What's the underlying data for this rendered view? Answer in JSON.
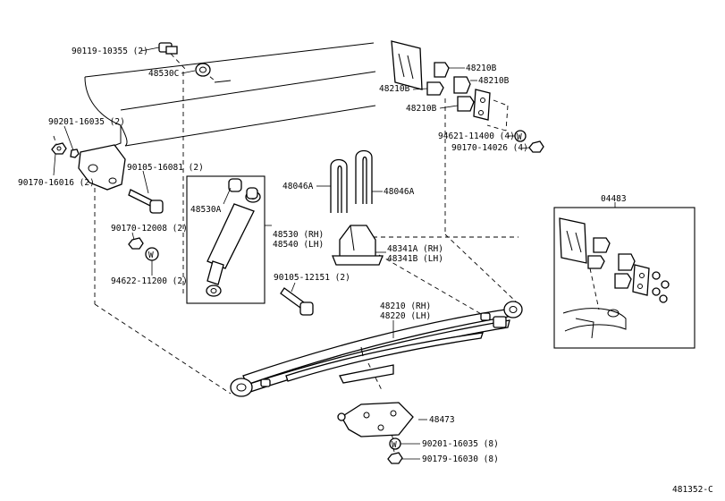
{
  "labels": {
    "l1": "90119-10355 (2)",
    "l2": "48530C",
    "l3": "90201-16035 (2)",
    "l4": "90170-16016 (2)",
    "l5": "90105-16081 (2)",
    "l6": "48530A",
    "l7": "90170-12008 (2)",
    "l8": "94622-11200 (2)",
    "l9": "48530 (RH)",
    "l10": "48540 (LH)",
    "l11": "90105-12151 (2)",
    "l12": "48046A",
    "l13": "48046A",
    "l14": "48341A (RH)",
    "l15": "48341B (LH)",
    "l16": "48210B",
    "l17": "48210B",
    "l18": "48210B",
    "l19": "48210B",
    "l20": "94621-11400 (4)",
    "l21": "90170-14026 (4)",
    "l22": "04483",
    "l23": "48210 (RH)",
    "l24": "48220 (LH)",
    "l25": "48473",
    "l26": "90201-16035 (8)",
    "l27": "90179-16030 (8)",
    "l28": "481352-C"
  },
  "symbols": {
    "washer_mark": "W"
  },
  "icons": [
    "bolt-icon",
    "washer-icon",
    "nut-icon",
    "bushing-icon"
  ]
}
